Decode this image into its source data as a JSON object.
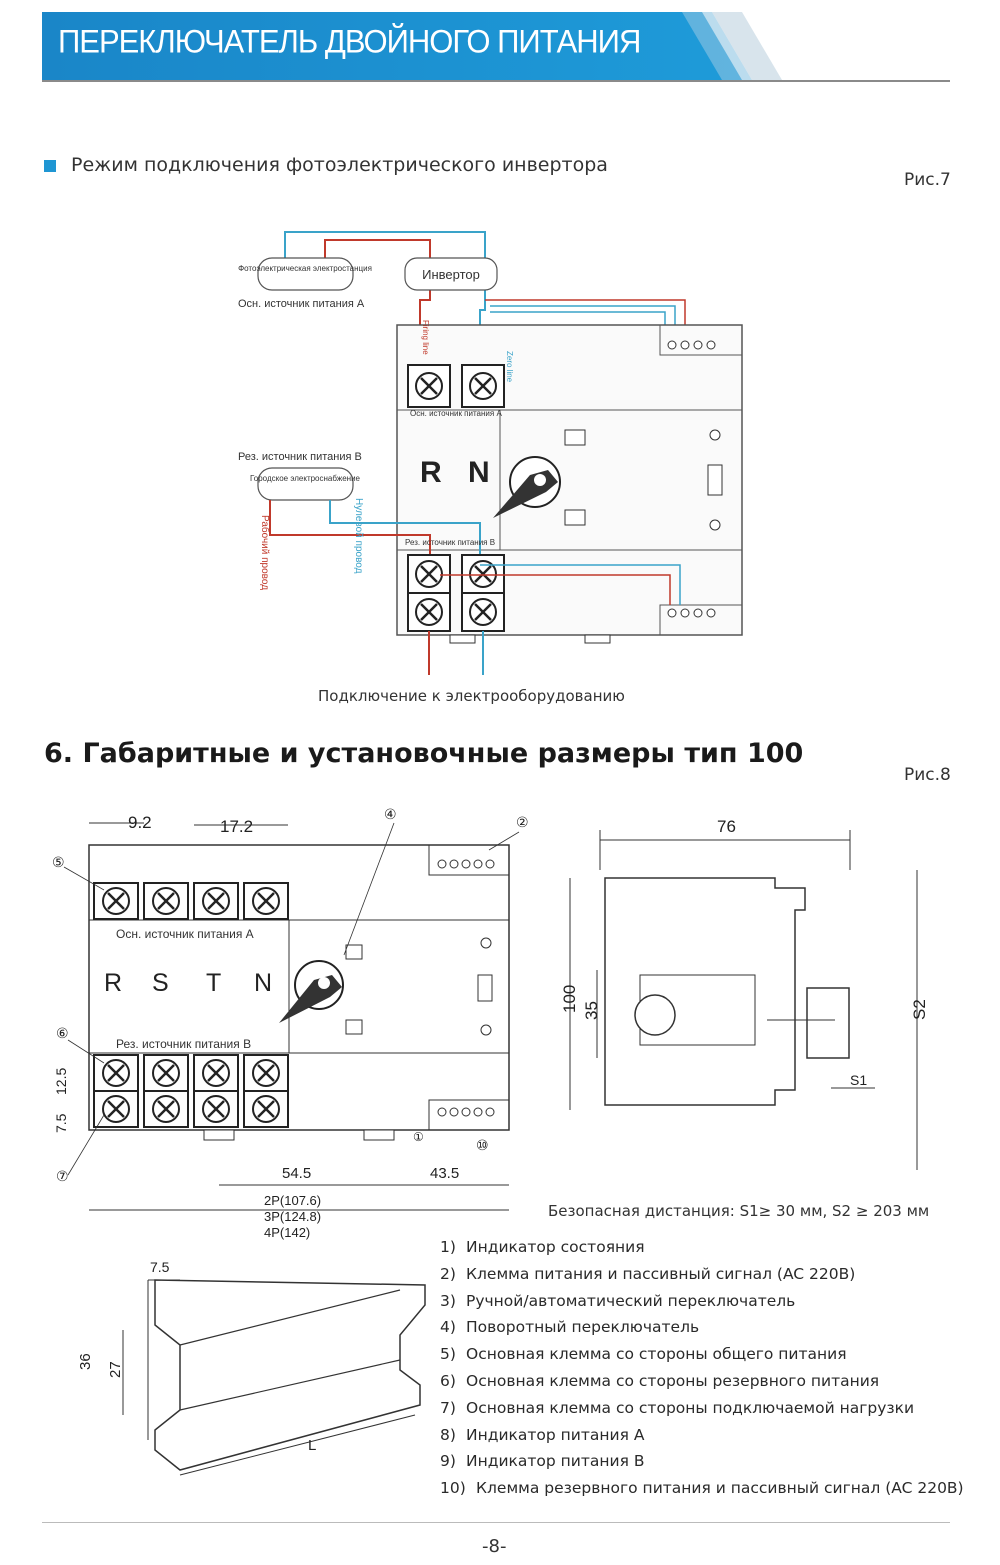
{
  "header": {
    "title": "ПЕРЕКЛЮЧАТЕЛЬ ДВОЙНОГО ПИТАНИЯ"
  },
  "pv_section": {
    "title": "Режим подключения фотоэлектрического инвертора",
    "fig_label": "Рис.7",
    "pv_station": "Фотоэлектрическая электростанция",
    "main_source": "Осн. источник питания А",
    "inverter": "Инвертор",
    "backup_source": "Рез. источник питания В",
    "city_supply": "Городское электроснабжение",
    "working_wire": "Рабочий провод",
    "neutral_wire": "Нулевой провод",
    "firing_line": "Firing line",
    "zero_line": "Zero line",
    "letter_r": "R",
    "letter_n": "N",
    "device_main_label": "Осн. источник питания А",
    "device_backup_label": "Рез. источник питания В",
    "equipment_caption": "Подключение к электрооборудованию"
  },
  "dims_section": {
    "title": "6. Габаритные и установочные размеры тип 100",
    "fig_label": "Рис.8",
    "dim_pitch": "9.2",
    "dim_gap": "17.2",
    "dim_mount": "54.5",
    "dim_side": "43.5",
    "dim_2p": "2P(107.6)",
    "dim_3p": "3P(124.8)",
    "dim_4p": "4P(142)",
    "dim_12_5": "12.5",
    "dim_7_5": "7.5",
    "letters": [
      "R",
      "S",
      "T",
      "N"
    ],
    "main_label": "Осн. источник питания А",
    "backup_label": "Рез. источник питания В",
    "callouts": [
      "①",
      "②",
      "④",
      "⑤",
      "⑥",
      "⑦",
      "⑩"
    ],
    "side_width": "76",
    "side_100": "100",
    "side_35": "35",
    "side_s1": "S1",
    "side_s2": "S2",
    "safe_distance": "Безопасная дистанция: S1≥ 30 мм, S2 ≥ 203 мм",
    "rail_7_5": "7.5",
    "rail_36": "36",
    "rail_27": "27",
    "rail_l": "L"
  },
  "legend": [
    {
      "num": "1)",
      "text": "Индикатор состояния"
    },
    {
      "num": "2)",
      "text": "Клемма питания и пассивный сигнал (AC 220В)"
    },
    {
      "num": "3)",
      "text": "Ручной/автоматический переключатель"
    },
    {
      "num": "4)",
      "text": "Поворотный переключатель"
    },
    {
      "num": "5)",
      "text": "Основная клемма со стороны общего питания"
    },
    {
      "num": "6)",
      "text": "Основная клемма со стороны резервного питания"
    },
    {
      "num": "7)",
      "text": "Основная клемма со стороны подключаемой нагрузки"
    },
    {
      "num": "8)",
      "text": "Индикатор питания А"
    },
    {
      "num": "9)",
      "text": "Индикатор питания В"
    },
    {
      "num": "10)",
      "text": "Клемма резервного питания и пассивный сигнал (AC 220В)"
    }
  ],
  "footer": {
    "page_number": "-8-"
  },
  "colors": {
    "accent": "#1f96d3",
    "banner_dark": "#1677bf",
    "wire_red": "#c0392b",
    "wire_blue": "#3aa3c9"
  }
}
